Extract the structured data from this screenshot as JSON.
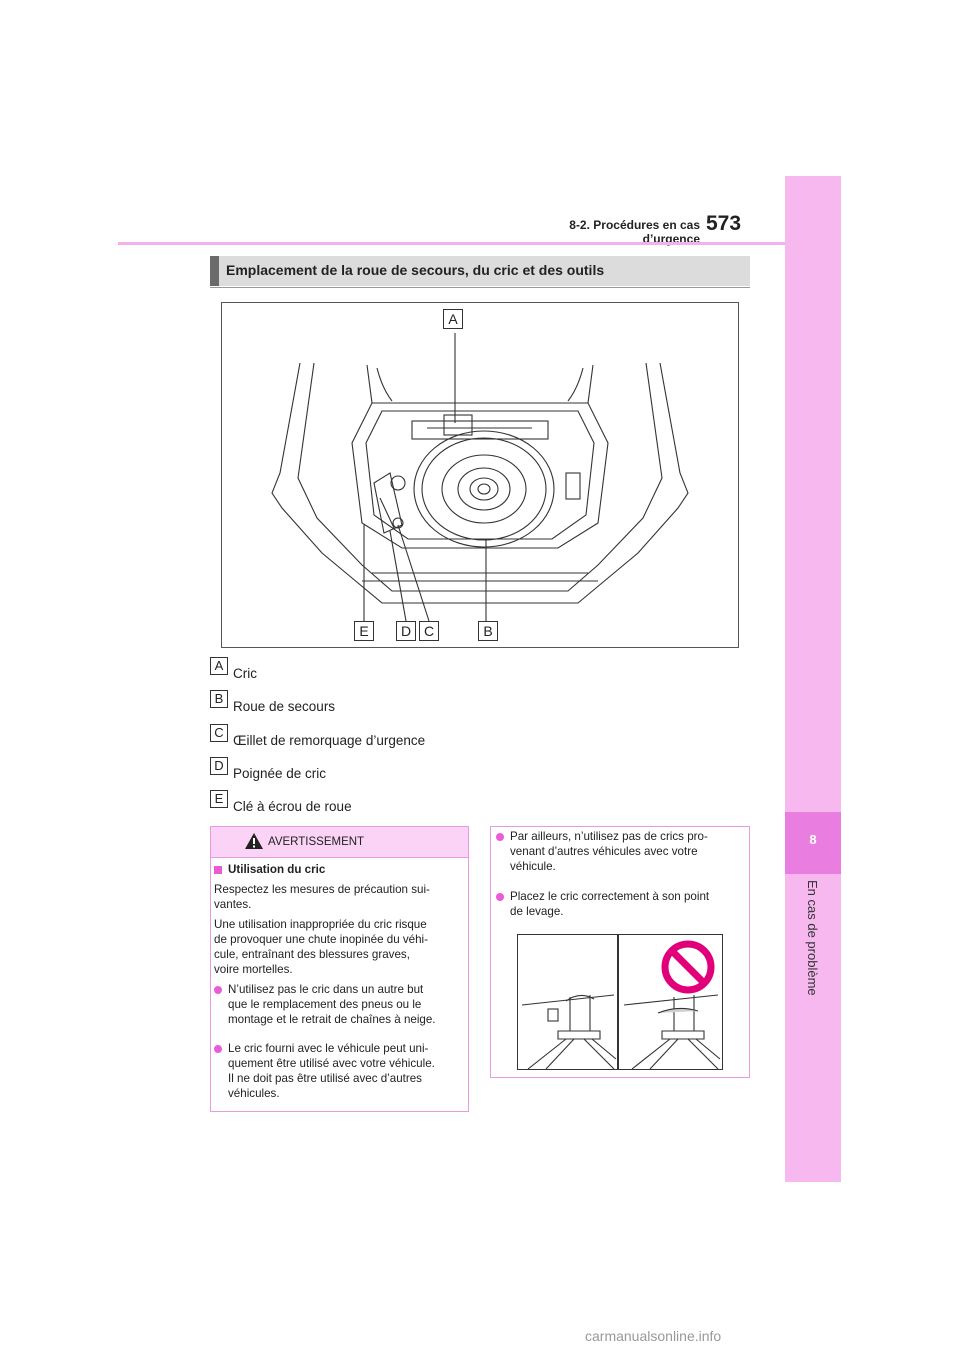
{
  "header": {
    "section": "8-2. Procédures en cas d’urgence",
    "page_number": "573"
  },
  "side_tab": {
    "chapter_number": "8",
    "chapter_title": "En cas de problème"
  },
  "section_title": "Emplacement de la roue de secours, du cric et des outils",
  "figure": {
    "callouts": [
      "A",
      "B",
      "C",
      "D",
      "E"
    ]
  },
  "legend": [
    {
      "letter": "A",
      "label": "Cric"
    },
    {
      "letter": "B",
      "label": "Roue de secours"
    },
    {
      "letter": "C",
      "label": "Œillet de remorquage d’urgence"
    },
    {
      "letter": "D",
      "label": "Poignée de cric"
    },
    {
      "letter": "E",
      "label": "Clé à écrou de roue"
    }
  ],
  "warning": {
    "title": "AVERTISSEMENT",
    "subtitle": "Utilisation du cric",
    "intro1": "Respectez les mesures de précaution sui-\nvantes.",
    "intro2": "Une utilisation inappropriée du cric risque\nde provoquer une chute inopinée du véhi-\ncule, entraînant des blessures graves,\nvoire mortelles.",
    "bullet1": "N’utilisez pas le cric dans un autre but\nque le remplacement des pneus ou le\nmontage et le retrait de chaînes à neige.",
    "bullet2": "Le cric fourni avec le véhicule peut uni-\nquement être utilisé avec votre véhicule.\nIl ne doit pas être utilisé avec d’autres\nvéhicules.",
    "bullet3": "Par ailleurs, n’utilisez pas de crics pro-\nvenant d’autres véhicules avec votre\nvéhicule.",
    "bullet4": "Placez le cric correctement à son point\nde levage."
  },
  "footer": {
    "url": "carmanualsonline.info"
  },
  "colors": {
    "accent_pink": "#f7b8f0",
    "accent_magenta": "#ea5bd8",
    "prohibition_red": "#e0007a"
  }
}
